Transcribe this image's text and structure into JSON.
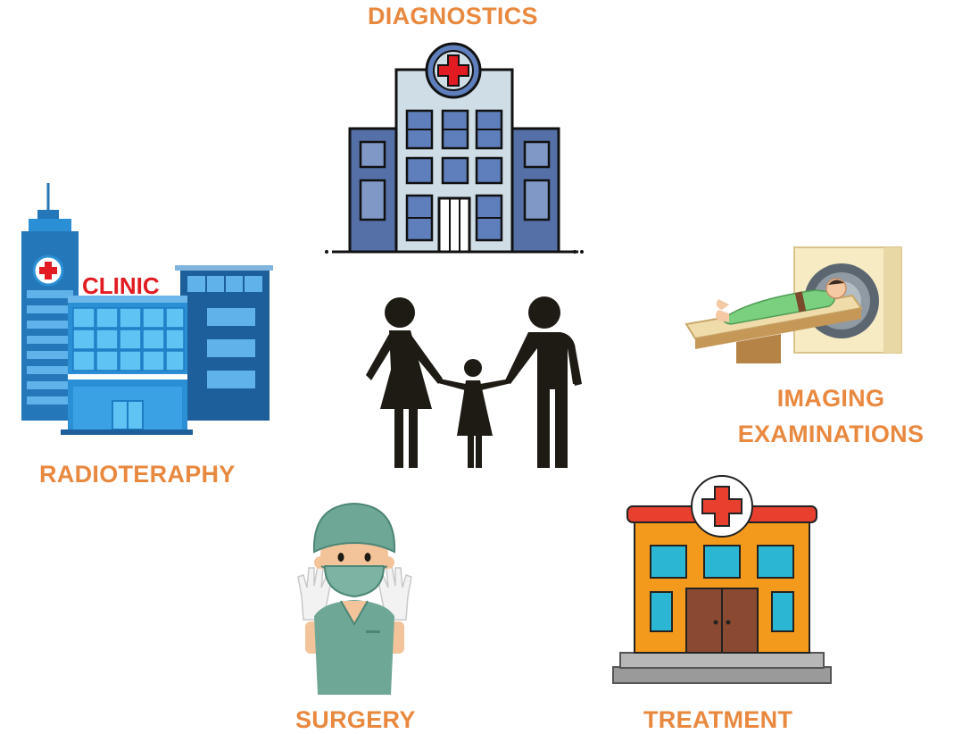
{
  "labels": {
    "diagnostics": "DIAGNOSTICS",
    "radioterapy": "RADIOTERAPHY",
    "imaging_line1": "IMAGING",
    "imaging_line2": "EXAMINATIONS",
    "surgery": "SURGERY",
    "treatment": "TREATMENT"
  },
  "clinic_sign": "CLINIC",
  "colors": {
    "label": "#e9883f",
    "hospital_body": "#cfdde6",
    "hospital_wing": "#5570a7",
    "clinic_blue": "#2b8fd6",
    "clinic_sign_red": "#e21b23",
    "family_silhouette": "#1e1a14",
    "treatment_orange": "#f39a1c",
    "treatment_red": "#e8402f",
    "scrubs_green": "#6fa797"
  }
}
